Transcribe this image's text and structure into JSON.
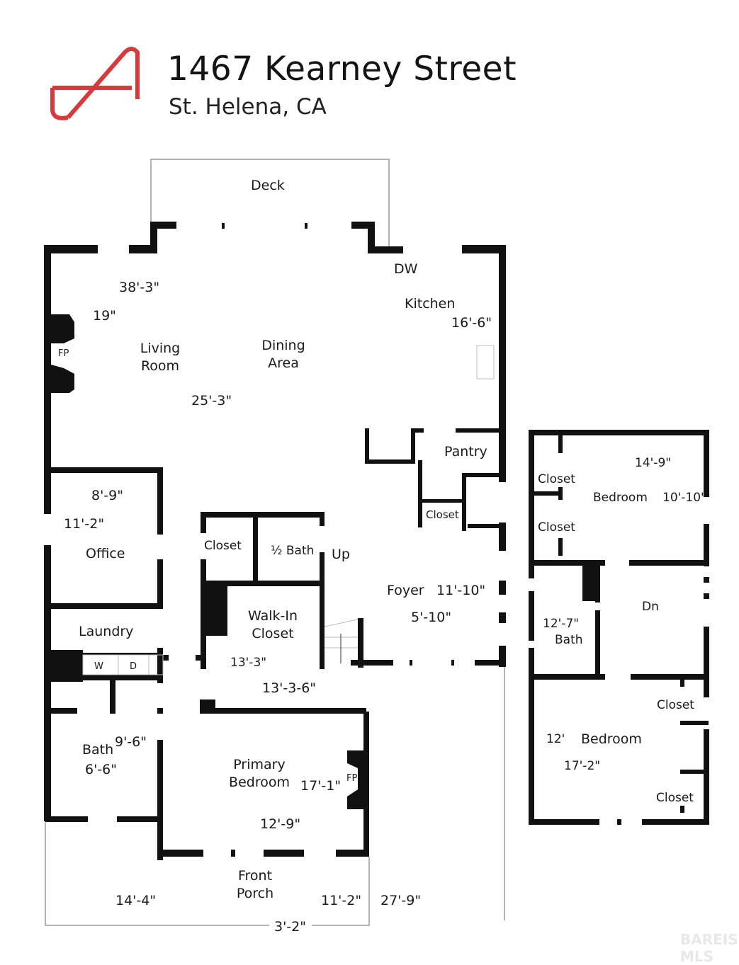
{
  "header": {
    "address": "1467 Kearney Street",
    "city": "St. Helena, CA",
    "logo_color": "#d63a3a"
  },
  "floor1": {
    "deck": "Deck",
    "dw": "DW",
    "kitchen": "Kitchen",
    "kitchen_dim": "16'-6\"",
    "living_room": "Living Room",
    "living_dim1": "38'-3\"",
    "living_dim2": "19\"",
    "fireplace": "FP",
    "dining_area": "Dining Area",
    "dining_dim": "25'-3\"",
    "pantry": "Pantry",
    "pantry_closet": "Closet",
    "office": "Office",
    "office_dim1": "8'-9\"",
    "office_dim2": "11'-2\"",
    "hall_closet": "Closet",
    "half_bath": "½ Bath",
    "stairs_up": "Up",
    "foyer": "Foyer",
    "foyer_dim1": "11'-10\"",
    "foyer_dim2": "5'-10\"",
    "laundry": "Laundry",
    "washer": "W",
    "dryer": "D",
    "walk_in_closet": "Walk-In Closet",
    "walk_in_dim": "13'-3\"",
    "hall_dim": "13'-3-6\"",
    "bath": "Bath",
    "bath_dim1": "9'-6\"",
    "bath_dim2": "6'-6\"",
    "primary_bedroom": "Primary Bedroom",
    "primary_dim1": "17'-1\"",
    "primary_dim2": "12'-9\"",
    "primary_fp": "FP",
    "front_porch": "Front Porch",
    "porch_dim1": "14'-4\"",
    "porch_dim2": "11'-2\"",
    "porch_dim3": "27'-9\"",
    "porch_dim4": "3'-2\""
  },
  "floor2": {
    "closet1": "Closet",
    "closet2": "Closet",
    "bedroom1": "Bedroom",
    "bedroom1_dim1": "14'-9\"",
    "bedroom1_dim2": "10'-10\"",
    "stairs_down": "Dn",
    "bath": "Bath",
    "bath_dim": "12'-7\"",
    "closet3": "Closet",
    "closet4": "Closet",
    "bedroom2": "Bedroom",
    "bedroom2_dim1": "12'",
    "bedroom2_dim2": "17'-2\""
  },
  "watermark": "BAREIS MLS"
}
